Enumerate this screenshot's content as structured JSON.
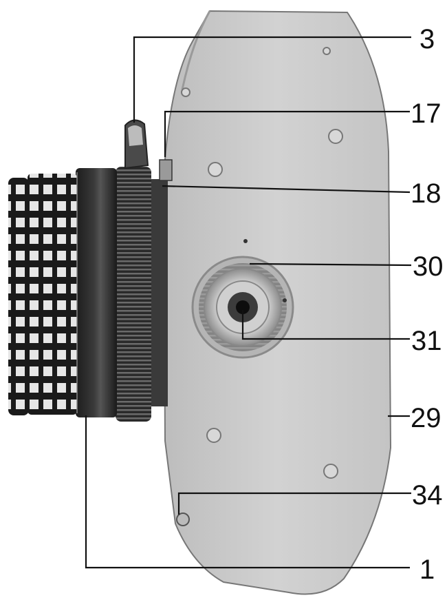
{
  "figure": {
    "subject": "camera-underside-view",
    "colors": {
      "body": "#c9c9c9",
      "ink": "#111111",
      "background": "#ffffff"
    },
    "callouts": [
      {
        "id": "3",
        "label": "3"
      },
      {
        "id": "17",
        "label": "17"
      },
      {
        "id": "18",
        "label": "18"
      },
      {
        "id": "30",
        "label": "30"
      },
      {
        "id": "31",
        "label": "31"
      },
      {
        "id": "29",
        "label": "29"
      },
      {
        "id": "34",
        "label": "34"
      },
      {
        "id": "1",
        "label": "1"
      }
    ]
  }
}
